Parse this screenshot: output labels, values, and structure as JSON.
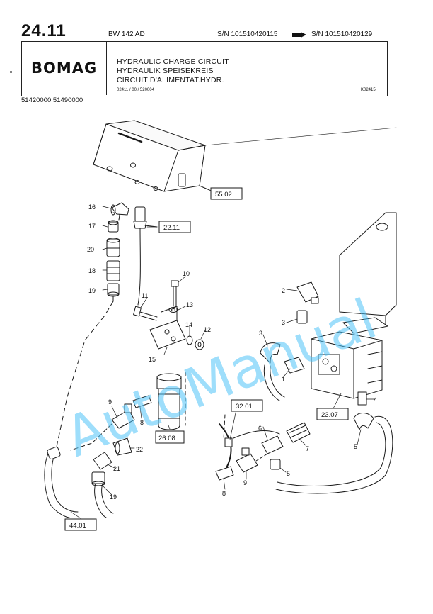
{
  "header": {
    "page_number": "24.11",
    "model": "BW 142 AD",
    "serial_from": "S/N 101510420115",
    "serial_to": "S/N 101510420129",
    "brand": "BOMAG",
    "title_lines": [
      "HYDRAULIC CHARGE CIRCUIT",
      "HYDRAULIK SPEISEKREIS",
      "CIRCUIT D'ALIMENTAT.HYDR."
    ],
    "doc_ref": "02411 / 00 / 520004",
    "drawing_ref": "K02415",
    "part_numbers": "51420000   51490000"
  },
  "diagram": {
    "callouts": [
      "16",
      "17",
      "20",
      "18",
      "19",
      "10",
      "11",
      "13",
      "14",
      "12",
      "15",
      "9",
      "8",
      "22",
      "21",
      "19",
      "2",
      "3",
      "3",
      "1",
      "4",
      "5",
      "6",
      "7",
      "5",
      "8",
      "9"
    ],
    "references": [
      "55.02",
      "22.11",
      "26.08",
      "32.01",
      "23.07",
      "44.01"
    ]
  },
  "watermark": "AutoManual"
}
